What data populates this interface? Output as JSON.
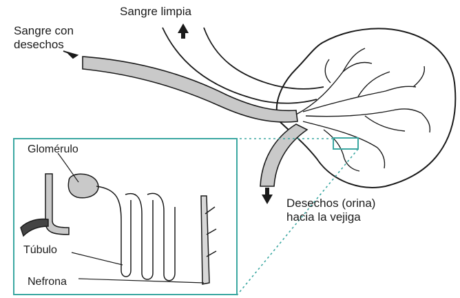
{
  "labels": {
    "clean_blood": "Sangre limpia",
    "dirty_blood_line1": "Sangre con",
    "dirty_blood_line2": "desechos",
    "urine_line1": "Desechos (orina)",
    "urine_line2": "hacia la vejiga",
    "glomerulus": "Glomérulo",
    "tubule": "Túbulo",
    "nephron": "Nefrona"
  },
  "colors": {
    "line": "#1a1a1a",
    "vessel_fill": "#c9c9c9",
    "inset_border": "#3aa7a1",
    "highlight_box": "#3aa7a1",
    "background": "#ffffff"
  },
  "icons": [
    "arrow-up-icon",
    "arrow-right-icon",
    "arrow-down-icon"
  ]
}
